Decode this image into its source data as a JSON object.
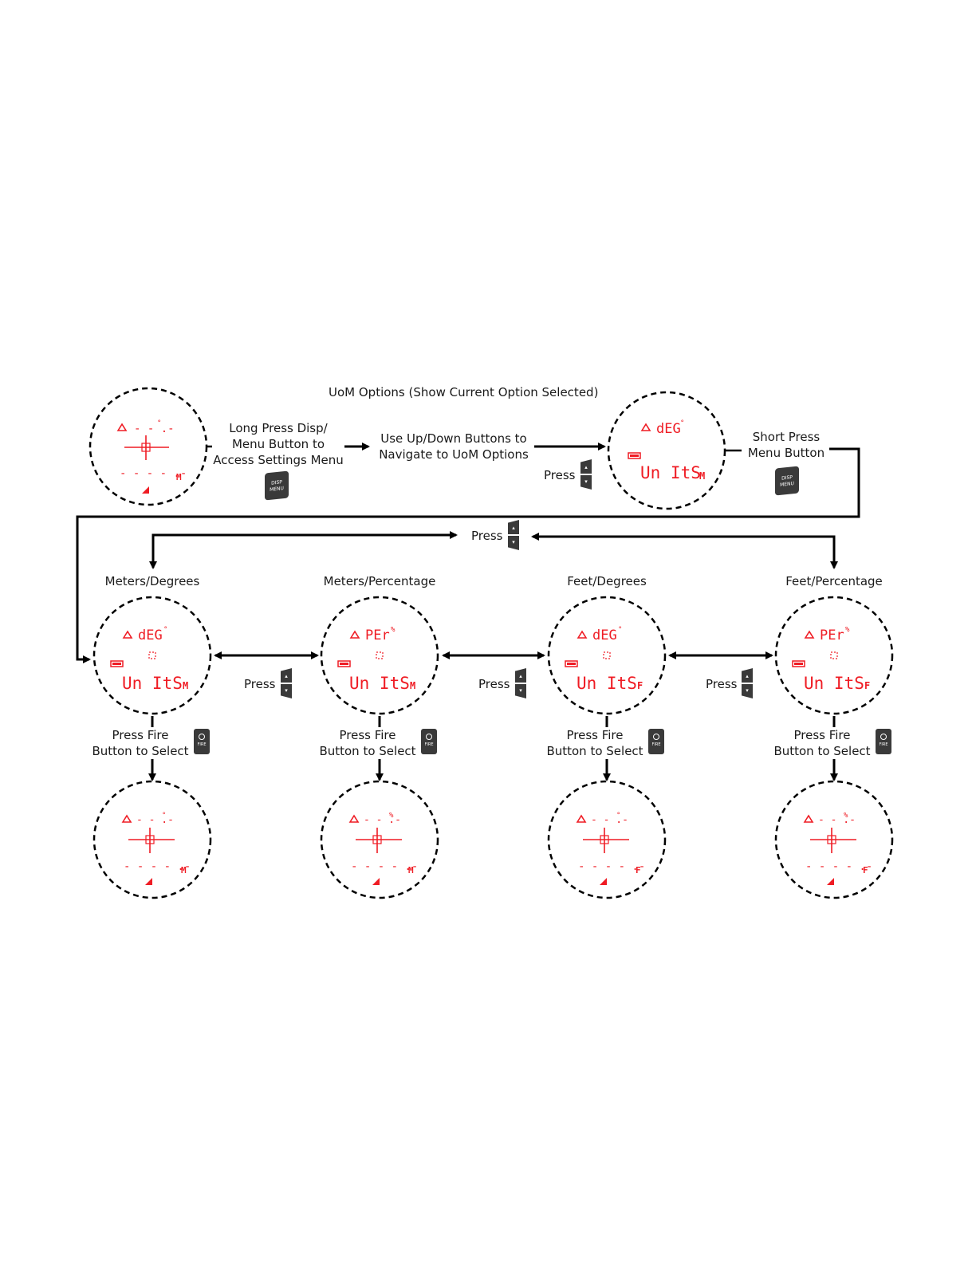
{
  "header": {
    "title": "UoM Options (Show Current Option Selected)"
  },
  "steps": {
    "long_press": [
      "Long Press Disp/",
      "Menu Button to",
      "Access Settings Menu"
    ],
    "navigate": [
      "Use Up/Down Buttons to",
      "Navigate to UoM Options"
    ],
    "short_press": [
      "Short Press",
      "Menu Button"
    ],
    "press_label": "Press"
  },
  "buttons": {
    "disp_menu": [
      "DISP",
      "MENU"
    ],
    "fire": "FIRE"
  },
  "options": [
    {
      "title": "Meters/Degrees",
      "mode": "dEG",
      "mode_sup": "°",
      "units": "Un ItS",
      "unit_suffix": "M",
      "result_mode": "- - .-",
      "result_mode_sup": "°",
      "result_unit": "M"
    },
    {
      "title": "Meters/Percentage",
      "mode": "PEr",
      "mode_sup": "%",
      "units": "Un ItS",
      "unit_suffix": "M",
      "result_mode": "- - .-",
      "result_mode_sup": "%",
      "result_unit": "M"
    },
    {
      "title": "Feet/Degrees",
      "mode": "dEG",
      "mode_sup": "°",
      "units": "Un ItS",
      "unit_suffix": "F",
      "result_mode": "- - .-",
      "result_mode_sup": "°",
      "result_unit": "F"
    },
    {
      "title": "Feet/Percentage",
      "mode": "PEr",
      "mode_sup": "%",
      "units": "Un ItS",
      "unit_suffix": "F",
      "result_mode": "- - .-",
      "result_mode_sup": "%",
      "result_unit": "F"
    }
  ],
  "select_label": [
    "Press Fire",
    "Button to Select"
  ],
  "start_display": {
    "mode": "- - .-",
    "mode_sup": "°",
    "distance": "- - - - .-",
    "unit": "M"
  },
  "menu_display": {
    "mode": "dEG",
    "mode_sup": "°",
    "units": "Un ItS",
    "unit_suffix": "M"
  }
}
